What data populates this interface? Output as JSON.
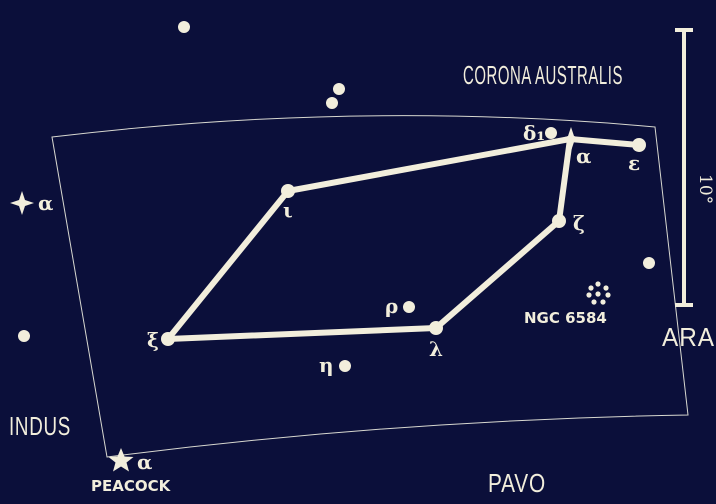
{
  "colors": {
    "background": "#0b0f3a",
    "ink": "#f2eedc",
    "border": "#d8d8d0"
  },
  "constellations": {
    "corona_australis": "CORONA AUSTRALIS",
    "ara": "ARA",
    "indus": "INDUS",
    "pavo": "PAVO"
  },
  "scale_label": "10°",
  "stars": {
    "alpha": "α",
    "epsilon": "ε",
    "delta1": "δ₁",
    "zeta": "ζ",
    "iota": "ι",
    "xi": "ξ",
    "lambda": "λ",
    "rho": "ρ",
    "eta": "η",
    "indus_alpha": "α",
    "pavo_alpha": "α"
  },
  "peacock_label": "PEACOCK",
  "cluster_label": "NGC 6584"
}
